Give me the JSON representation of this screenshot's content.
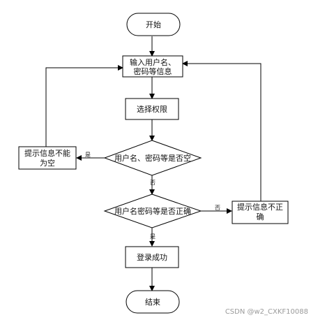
{
  "nodes": {
    "start": "开始",
    "input": [
      "输入用户名、",
      "密码等信息"
    ],
    "select": "选择权限",
    "check_empty": "用户名、密码等是否空",
    "tip_empty": [
      "提示信息不能",
      "为空"
    ],
    "check_correct": "用户名密码等是否正确",
    "tip_wrong": [
      "提示信息不正",
      "确"
    ],
    "success": "登录成功",
    "end": "结束"
  },
  "labels": {
    "yes_empty": "是",
    "no_empty": "否",
    "no_correct": "否",
    "yes_correct": "是"
  },
  "watermark": "CSDN @w2_CXKF10088"
}
